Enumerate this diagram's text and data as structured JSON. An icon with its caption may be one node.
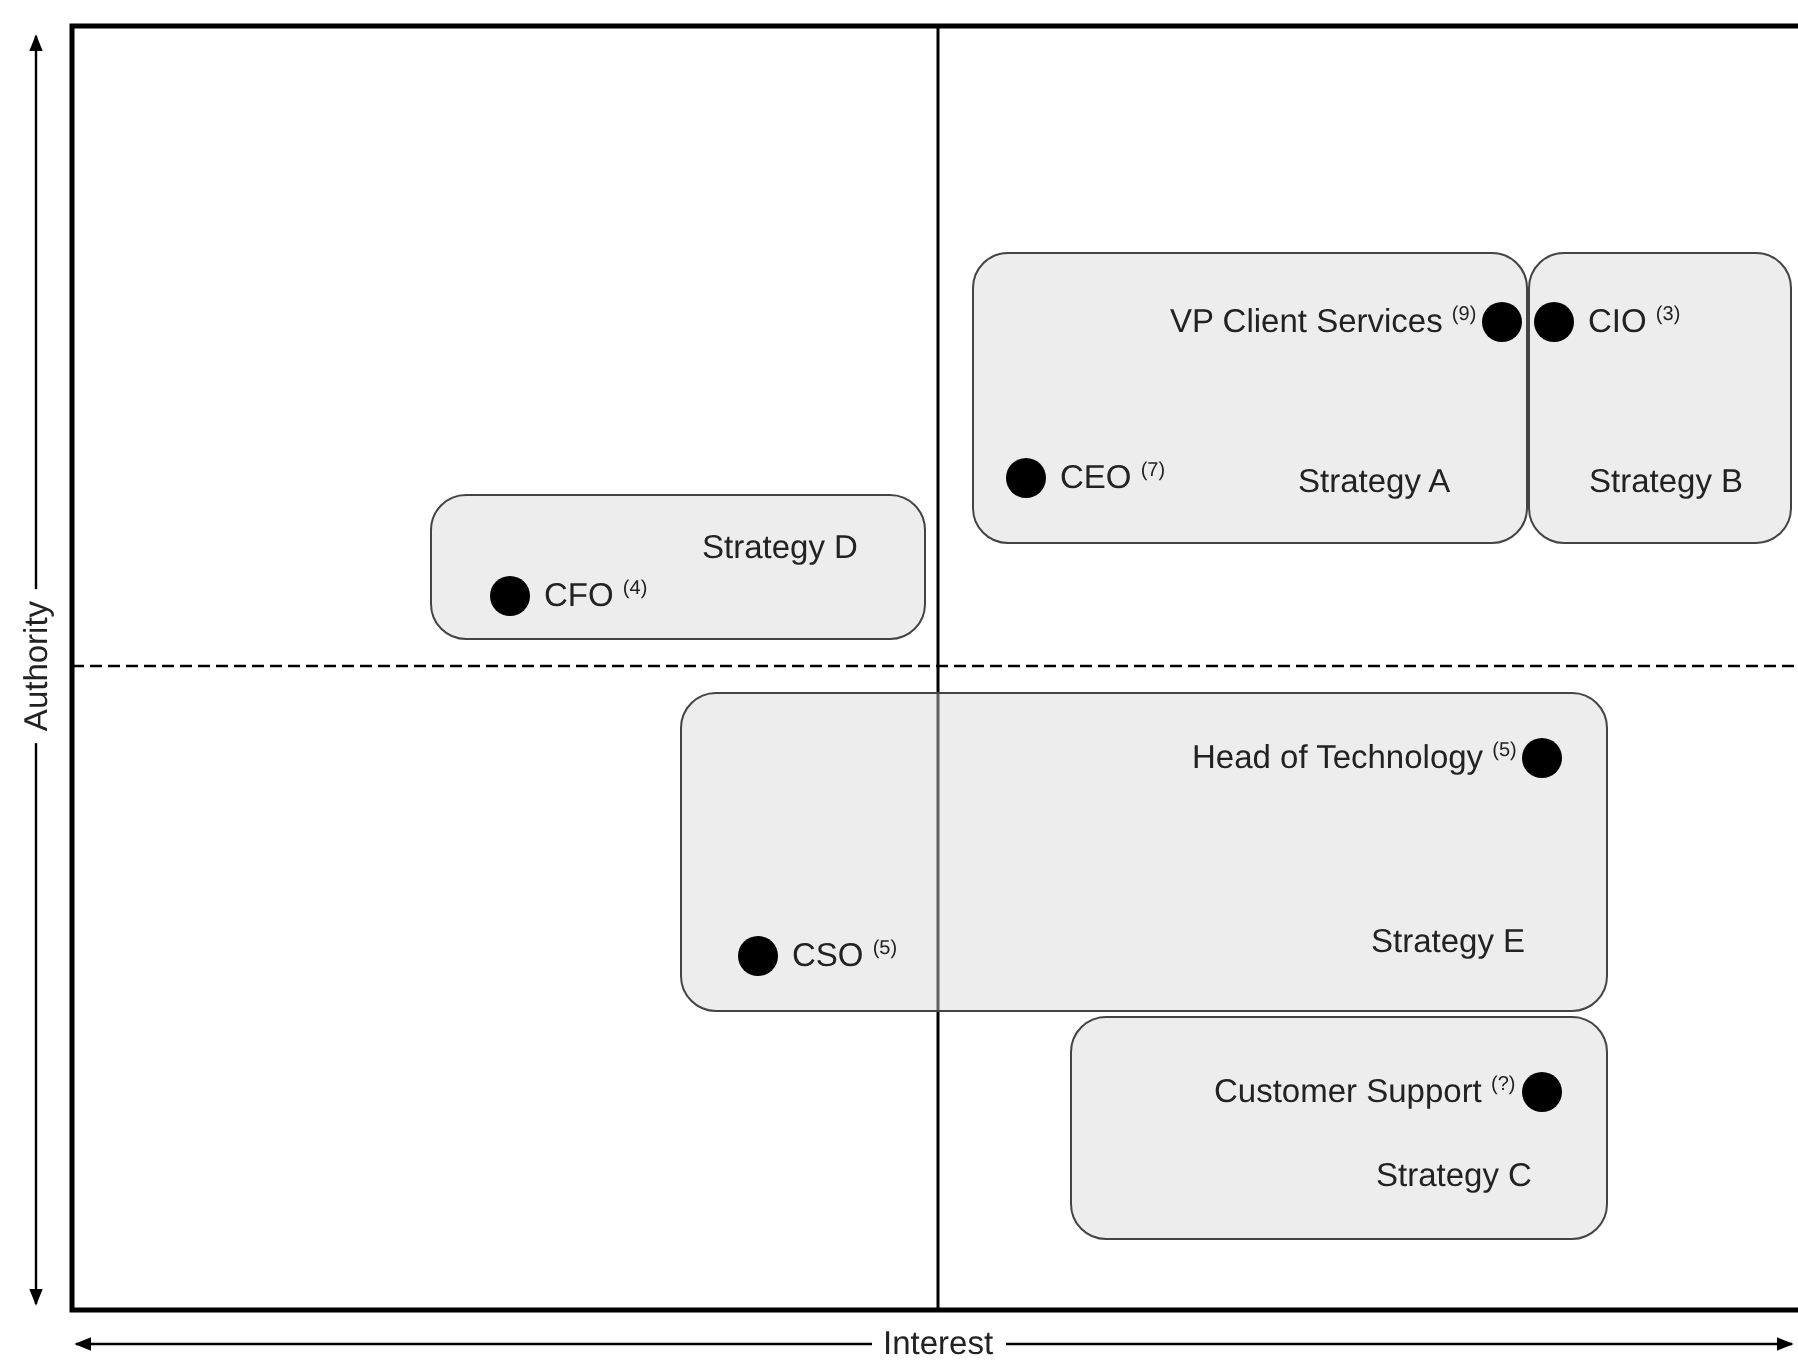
{
  "diagram": {
    "nodes": [
      {
        "text": [
          "VP Client Services $^{(9)}$",
          "CEO $^{(7)}$",
          "Strategy A"
        ]
      },
      {
        "text": [
          "CIO $^{(3)}$",
          "Strategy B"
        ]
      },
      {
        "text": [
          "Strategy D",
          "CFO $^{(4)}$"
        ]
      },
      {
        "text": [
          "Head of Technology $^{(5)}$",
          "CSO $^{(5)}$",
          "Strategy E"
        ]
      },
      {
        "text": [
          "Customer Support $^{(?)}$",
          "Strategy C"
        ]
      }
    ],
    "edges": [],
    "labels": [
      "Authority",
      "Interest"
    ]
  }
}
